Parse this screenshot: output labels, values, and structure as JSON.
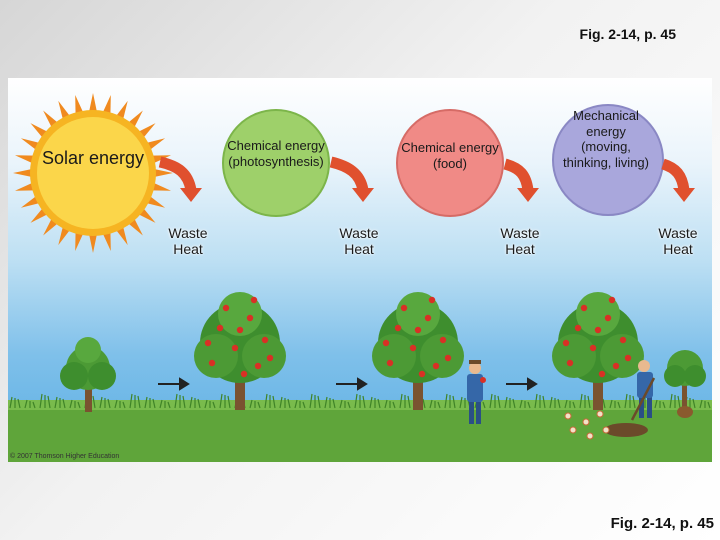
{
  "figure": {
    "caption_top": "Fig. 2-14, p. 45",
    "caption_bottom": "Fig. 2-14, p. 45",
    "credit": "© 2007 Thomson Higher Education"
  },
  "stages": [
    {
      "label": "Solar energy",
      "color": "#f6b422"
    },
    {
      "label": "Chemical energy (photosynthesis)",
      "color": "#9ed06a"
    },
    {
      "label": "Chemical energy (food)",
      "color": "#f08a86"
    },
    {
      "label": "Mechanical energy (moving, thinking, living)",
      "color": "#a9a7dc"
    }
  ],
  "waste_heat": [
    "Waste Heat",
    "Waste Heat",
    "Waste Heat",
    "Waste Heat"
  ],
  "colors": {
    "heat_arrow": "#e0502e",
    "flow_arrow": "#222222",
    "grass": "#5fa53a",
    "tree_foliage": "#3e8e2e",
    "apple": "#d93025"
  },
  "icons": [
    "sun-icon",
    "tree-icon",
    "apple-tree-icon",
    "farmer-icon",
    "flow-arrow-icon"
  ]
}
